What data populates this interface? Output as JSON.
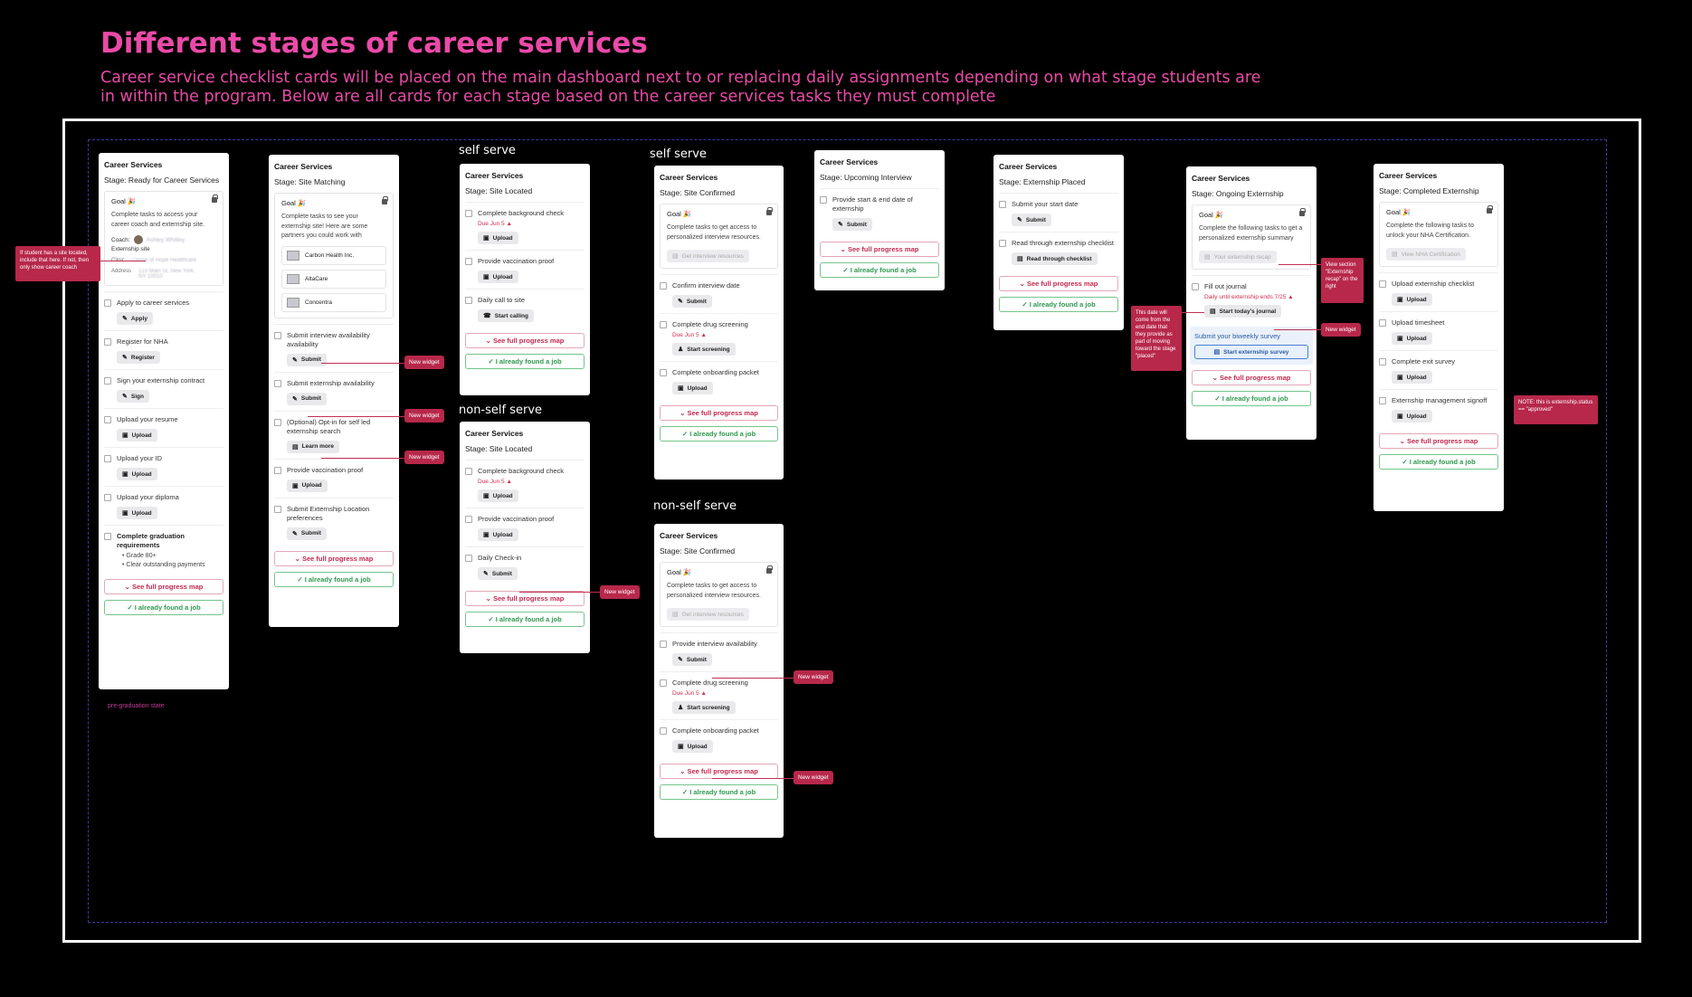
{
  "header": {
    "title": "Different stages of career services",
    "description": "Career service checklist cards will be placed on the main dashboard next to or replacing daily assignments depending on what stage students are in within the program. Below are all cards for each stage based on the career services tasks they must complete"
  },
  "labels": {
    "self_serve_1": "self serve",
    "non_self_serve_1": "non-self serve",
    "self_serve_2": "self serve",
    "non_self_serve_2": "non-self serve"
  },
  "common": {
    "card_title": "Career Services",
    "goal": "Goal 🎉",
    "see_map": "See full progress map",
    "found_job": "I already found a job",
    "new_widget": "New widget"
  },
  "card1": {
    "stage": "Stage: Ready for Career Services",
    "goal_text": "Complete tasks to access your career coach and externship site.",
    "coach_label": "Coach:",
    "coach_name": "Ashley Whitley",
    "site_label": "Externship site",
    "clinic_label": "Clinic",
    "clinic_value": "Center of Hope Healthcare",
    "address_label": "Address",
    "address_value": "123 Main St, New York, NY 10010",
    "tasks": [
      {
        "label": "Apply to career services",
        "action": "Apply"
      },
      {
        "label": "Register for NHA",
        "action": "Register"
      },
      {
        "label": "Sign your externship contract",
        "action": "Sign"
      },
      {
        "label": "Upload your resume",
        "action": "Upload"
      },
      {
        "label": "Upload your ID",
        "action": "Upload"
      },
      {
        "label": "Upload your diploma",
        "action": "Upload"
      }
    ],
    "grad_label": "Complete graduation requirements",
    "grad_items": [
      "Grade 80+",
      "Clear outstanding payments"
    ],
    "footnote": "pre-graduation state",
    "side_note": "If student has a site located, include that here. If not, then only show career coach"
  },
  "card2": {
    "stage": "Stage: Site Matching",
    "goal_text": "Complete tasks to see your externship site! Here are some partners you could work with",
    "partners": [
      "Carbon Health Inc.",
      "AltaCare",
      "Concentra"
    ],
    "tasks": [
      {
        "label": "Submit interview availability availability",
        "action": "Submit"
      },
      {
        "label": "Submit externship availability",
        "action": "Submit"
      },
      {
        "label": "(Optional) Opt-in for self led externship search",
        "action": "Learn more"
      },
      {
        "label": "Provide vaccination proof",
        "action": "Upload"
      },
      {
        "label": "Submit Externship Location preferences",
        "action": "Submit"
      }
    ]
  },
  "card3": {
    "stage": "Stage: Site Located",
    "tasks": [
      {
        "label": "Complete background check",
        "due": "Due Jun 5",
        "action": "Upload"
      },
      {
        "label": "Provide vaccination proof",
        "action": "Upload"
      },
      {
        "label": "Daily call to site",
        "action": "Start calling"
      }
    ]
  },
  "card4": {
    "stage": "Stage: Site Located",
    "tasks": [
      {
        "label": "Complete background check",
        "due": "Due Jun 5",
        "action": "Upload"
      },
      {
        "label": "Provide vaccination proof",
        "action": "Upload"
      },
      {
        "label": "Daily Check-in",
        "action": "Submit"
      }
    ]
  },
  "card5": {
    "stage": "Stage: Site Confirmed",
    "goal_text": "Complete tasks to get access to personalized interview resources.",
    "goal_action": "Get interview resources",
    "tasks": [
      {
        "label": "Confirm interview date",
        "action": "Submit"
      },
      {
        "label": "Complete drug screening",
        "due": "Due Jun 5",
        "action": "Start screening"
      },
      {
        "label": "Complete onboarding packet",
        "action": "Upload"
      }
    ]
  },
  "card6": {
    "stage": "Stage: Site Confirmed",
    "goal_text": "Complete tasks to get access to personalized interview resources.",
    "goal_action": "Get interview resources",
    "tasks": [
      {
        "label": "Provide interview availability",
        "action": "Submit"
      },
      {
        "label": "Complete drug screening",
        "due": "Due Jun 5",
        "action": "Start screening"
      },
      {
        "label": "Complete onboarding packet",
        "action": "Upload"
      }
    ]
  },
  "card7": {
    "stage": "Stage: Upcoming Interview",
    "tasks": [
      {
        "label": "Provide start & end date of externship",
        "action": "Submit"
      }
    ]
  },
  "card8": {
    "stage": "Stage: Externship Placed",
    "tasks": [
      {
        "label": "Submit your start date",
        "action": "Submit"
      },
      {
        "label": "Read through externship checklist",
        "action": "Read through checklist"
      }
    ]
  },
  "card9": {
    "stage": "Stage: Ongoing Externship",
    "goal_text": "Complete the following tasks to get a personalized externship summary",
    "goal_action": "Your externship recap",
    "journal_label": "Fill out journal",
    "journal_due": "Daily until externship ends 7/25",
    "journal_action": "Start today's journal",
    "survey_title": "Submit your biweekly survey",
    "survey_action": "Start externship survey",
    "note_recap": "View section \"Externship recap\" on the right",
    "note_date": "This date will come from the end date that they provide as part of moving toward the stage \"placed\""
  },
  "card10": {
    "stage": "Stage: Completed Externship",
    "goal_text": "Complete the following tasks to unlock your NHA Certification.",
    "goal_action": "View NHA Certification",
    "tasks": [
      {
        "label": "Upload externship checklist",
        "action": "Upload"
      },
      {
        "label": "Upload timesheet",
        "action": "Upload"
      },
      {
        "label": "Complete exit survey",
        "action": "Upload"
      },
      {
        "label": "Externship management signoff",
        "action": "Upload"
      }
    ],
    "note": "NOTE: this is externship.status == \"approved\""
  },
  "colors": {
    "accent": "#ea4aa8",
    "danger": "#c5274e",
    "success": "#2e9a4f",
    "note": "#b7284a"
  }
}
